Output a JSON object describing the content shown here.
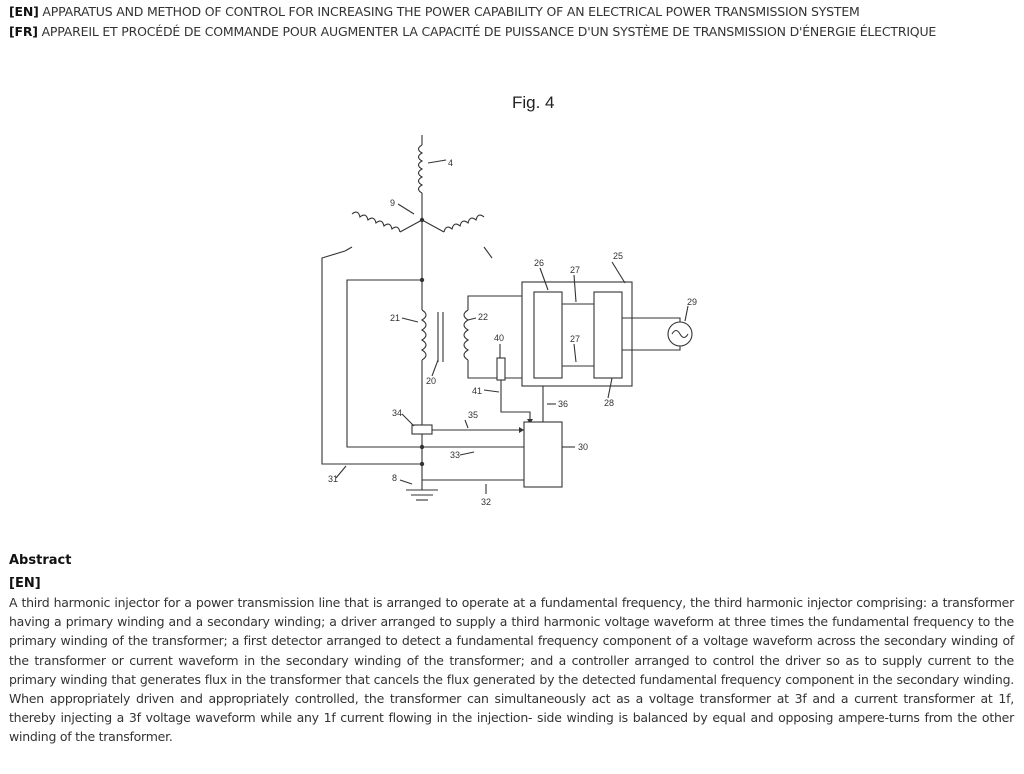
{
  "header": {
    "en_tag": "[EN]",
    "en_title": "APPARATUS AND METHOD OF CONTROL FOR INCREASING THE POWER CAPABILITY OF AN ELECTRICAL POWER TRANSMISSION SYSTEM",
    "fr_tag": "[FR]",
    "fr_title": "APPAREIL ET PROCÉDÉ DE COMMANDE POUR AUGMENTER LA CAPACITÉ DE PUISSANCE D'UN SYSTÈME DE TRANSMISSION D'ÉNERGIE ÉLECTRIQUE"
  },
  "figure": {
    "label": "Fig. 4",
    "reference_numerals": {
      "n4": "4",
      "n9": "9",
      "n25": "25",
      "n26": "26",
      "n27a": "27",
      "n27b": "27",
      "n29": "29",
      "n21": "21",
      "n22": "22",
      "n40": "40",
      "n20": "20",
      "n41": "41",
      "n36": "36",
      "n28": "28",
      "n34": "34",
      "n35": "35",
      "n30": "30",
      "n33": "33",
      "n31": "31",
      "n8": "8",
      "n32": "32"
    }
  },
  "abstract": {
    "heading": "Abstract",
    "lang_tag": "[EN]",
    "text": "A third harmonic injector for a power transmission line that is arranged to operate at a fundamental frequency, the third harmonic injector comprising: a transformer having a primary winding and a secondary winding; a driver arranged to supply a third harmonic voltage waveform at three times the fundamental frequency to the primary winding of the transformer; a first detector arranged to detect a fundamental frequency component of a voltage waveform across the secondary winding of the transformer or current waveform in the secondary winding of the transformer; and a controller arranged to control the driver so as to supply current to the primary winding that generates flux in the transformer that cancels the flux generated by the detected fundamental frequency component in the secondary winding. When appropriately driven and appropriately controlled, the transformer can simultaneously act as a voltage transformer at 3f and a current transformer at 1f, thereby injecting a 3f voltage waveform while any 1f current flowing in the injection- side winding is balanced by equal and opposing ampere-turns from the other winding of the transformer."
  }
}
